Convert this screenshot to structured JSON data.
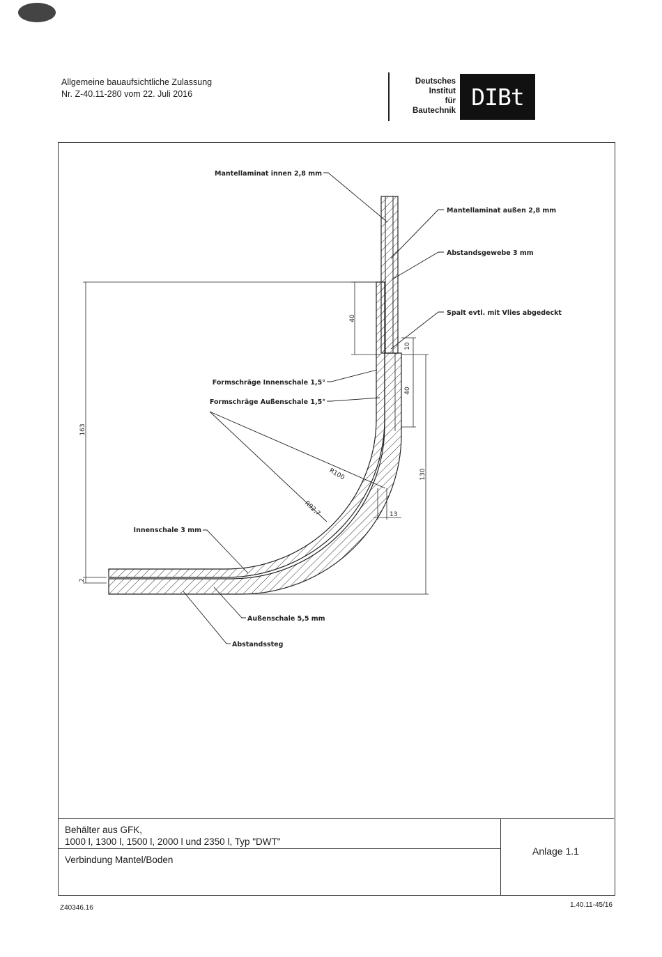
{
  "header": {
    "line1": "Allgemeine bauaufsichtliche Zulassung",
    "line2": "Nr. Z-40.11-280 vom 22. Juli 2016",
    "institute": [
      "Deutsches",
      "Institut",
      "für",
      "Bautechnik"
    ],
    "logo_text": "DIBt"
  },
  "drawing": {
    "labels": {
      "mantel_innen": "Mantellaminat innen 2,8 mm",
      "mantel_aussen": "Mantellaminat außen 2,8 mm",
      "abstandsgewebe": "Abstandsgewebe 3 mm",
      "spalt": "Spalt evtl. mit Vlies abgedeckt",
      "formschraege_innen": "Formschräge Innenschale 1,5°",
      "formschraege_aussen": "Formschräge Außenschale 1,5°",
      "innenschale": "Innenschale 3 mm",
      "aussenschale": "Außenschale 5,5 mm",
      "abstandssteg": "Abstandssteg"
    },
    "dimensions": {
      "d40_left": "40",
      "d163": "163",
      "d10": "10",
      "d40_right": "40",
      "d130": "130",
      "d13": "13",
      "d2": "2",
      "r100": "R100",
      "r92": "R92,7"
    }
  },
  "title_block": {
    "line1": "Behälter aus GFK,",
    "line2": "1000 l, 1300 l, 1500 l, 2000 l und 2350 l, Typ \"DWT\"",
    "line3": "Verbindung Mantel/Boden",
    "anlage": "Anlage 1.1"
  },
  "footer": {
    "left": "Z40346.16",
    "right": "1.40.11-45/16"
  }
}
